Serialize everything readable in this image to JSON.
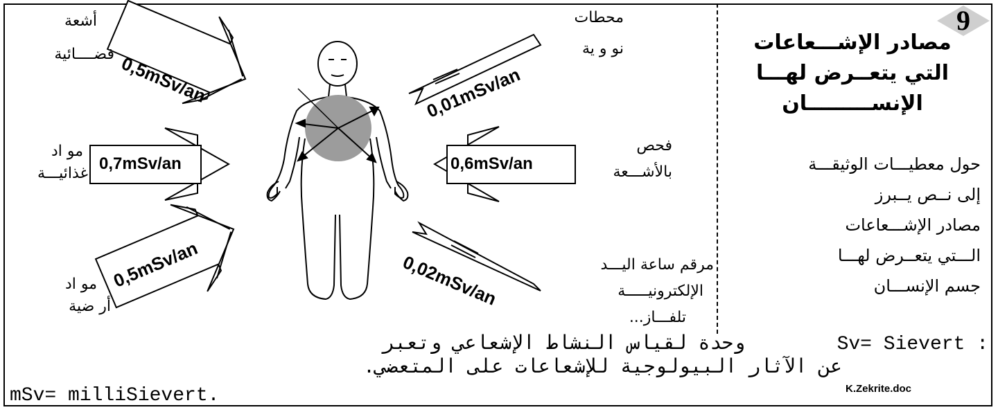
{
  "badge": {
    "number": "9"
  },
  "title": {
    "line1": "مصادر الإشـــعاعات",
    "line2": "التي يتعــرض لهـــا",
    "line3": "الإنســـــــــان"
  },
  "instruction": {
    "line1": "حول معطيـــات الوثيقـــة",
    "line2": "إلى نــص يــبرز",
    "line3": "مصادر الإشـــعاعات",
    "line4": "الـــتي يتعــرض لهـــا",
    "line5": "جسم الإنســـان"
  },
  "sources": {
    "cosmic": {
      "label_line1": "أشعة",
      "label_line2": "فضــــائية",
      "dose": "0,5mSv/an"
    },
    "food": {
      "label_line1": "مو اد",
      "label_line2": "غذائيـــة",
      "dose": "0,7mSv/an"
    },
    "terrestrial": {
      "label_line1": "مو اد",
      "label_line2": "أر ضية",
      "dose": "0,5mSv/an"
    },
    "nuclear": {
      "label_line1": "محطات",
      "label_line2": "نو و ية",
      "dose": "0,01mSv/an"
    },
    "xray": {
      "label_line1": "فحص",
      "label_line2": "بالأشـــعة",
      "dose": "0,6mSv/an"
    },
    "electronics": {
      "label_line1": "مرقم ساعة اليـــد",
      "label_line2": "الإلكترونيـــــة",
      "label_line3": "تلفـــاز...",
      "dose": "0,02mSv/an"
    }
  },
  "footer": {
    "sv_def": "Sv= Sievert :",
    "sv_text": "وحدة لقياس النشاط الإشعاعي وتعبر",
    "line2": "عن الآثار البيولوجية للإشعاعات على المتعضي.",
    "msv_def": "mSv= milliSievert.",
    "credit": "K.Zekrite.doc"
  },
  "colors": {
    "circle": "#9c9c9c",
    "badge": "#cfcfcf",
    "stroke": "#000000"
  }
}
